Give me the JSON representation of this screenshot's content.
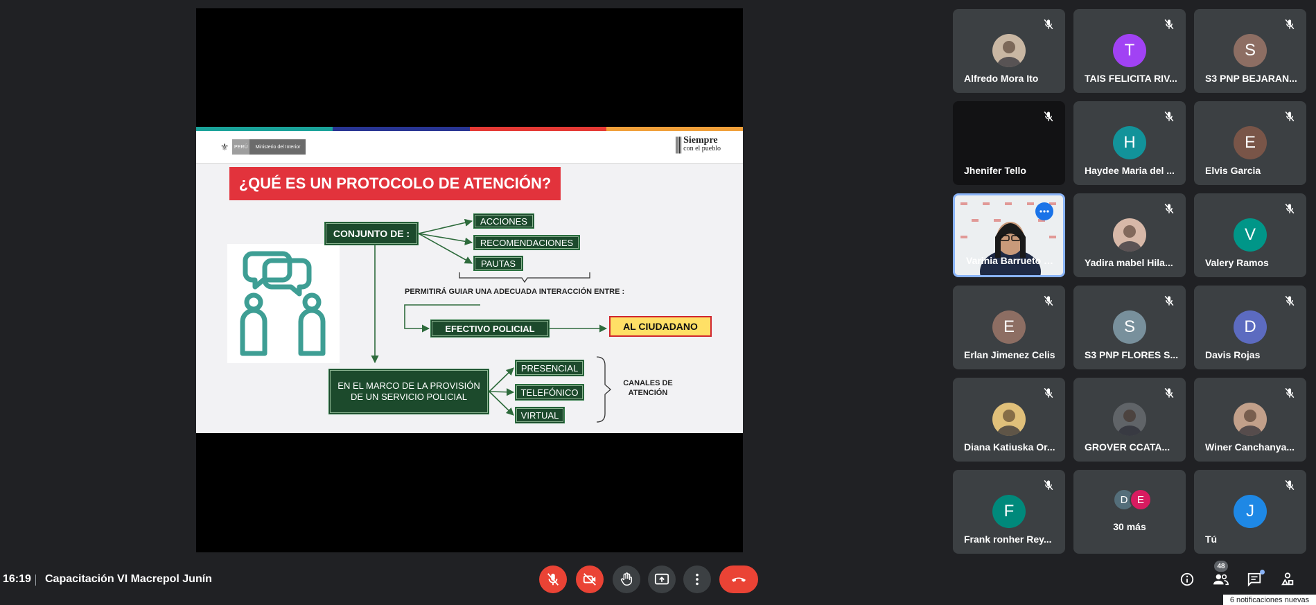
{
  "slide": {
    "logo_peru": "PERÚ",
    "logo_ministry": "Ministerio del Interior",
    "logo_slogan_1": "Siempre",
    "logo_slogan_2": "con el pueblo",
    "title": "¿QUÉ ES UN PROTOCOLO DE ATENCIÓN?",
    "conjunto": "CONJUNTO DE :",
    "acciones": "ACCIONES",
    "recomendaciones": "RECOMENDACIONES",
    "pautas": "PAUTAS",
    "permitira": "PERMITIRÁ GUIAR UNA ADECUADA INTERACCIÓN ENTRE :",
    "efectivo": "EFECTIVO POLICIAL",
    "ciudadano": "AL CIUDADANO",
    "marco": "EN EL MARCO DE LA PROVISIÓN DE UN SERVICIO POLICIAL",
    "presencial": "PRESENCIAL",
    "telefonico": "TELEFÓNICO",
    "virtual": "VIRTUAL",
    "canales": "CANALES DE ATENCIÓN",
    "bar_colors": [
      "#1aa39a",
      "#283593",
      "#e53935",
      "#f0a03a"
    ],
    "accent_green": "#1c4a2c",
    "accent_red": "#e2333c"
  },
  "participants": [
    {
      "name": "Alfredo Mora Ito",
      "initial": "",
      "avatar_type": "photo",
      "color": "#c9b7a3",
      "muted": true
    },
    {
      "name": "TAIS FELICITA RIV...",
      "initial": "T",
      "avatar_type": "letter",
      "color": "#a142f4",
      "muted": true
    },
    {
      "name": "S3 PNP BEJARAN...",
      "initial": "S",
      "avatar_type": "letter",
      "color": "#8d6e63",
      "muted": true
    },
    {
      "name": "Jhenifer Tello",
      "initial": "",
      "avatar_type": "none",
      "color": "",
      "muted": true
    },
    {
      "name": "Haydee Maria del ...",
      "initial": "H",
      "avatar_type": "letter",
      "color": "#12939a",
      "muted": true
    },
    {
      "name": "Elvis Garcia",
      "initial": "E",
      "avatar_type": "letter",
      "color": "#795548",
      "muted": true
    },
    {
      "name": "Varinia Barrueto F...",
      "initial": "",
      "avatar_type": "video",
      "color": "",
      "muted": false
    },
    {
      "name": "Yadira mabel Hila...",
      "initial": "",
      "avatar_type": "photo",
      "color": "#d7b8a8",
      "muted": true
    },
    {
      "name": "Valery Ramos",
      "initial": "V",
      "avatar_type": "letter",
      "color": "#009688",
      "muted": true
    },
    {
      "name": "Erlan Jimenez Celis",
      "initial": "E",
      "avatar_type": "letter",
      "color": "#8d6e63",
      "muted": true
    },
    {
      "name": "S3 PNP FLORES S...",
      "initial": "S",
      "avatar_type": "letter",
      "color": "#78909c",
      "muted": true
    },
    {
      "name": "Davis Rojas",
      "initial": "D",
      "avatar_type": "letter",
      "color": "#5c6bc0",
      "muted": true
    },
    {
      "name": "Diana Katiuska Or...",
      "initial": "",
      "avatar_type": "photo",
      "color": "#e0c07a",
      "muted": true
    },
    {
      "name": "GROVER CCATA...",
      "initial": "",
      "avatar_type": "photo",
      "color": "#606468",
      "muted": true
    },
    {
      "name": "Winer Canchanya...",
      "initial": "",
      "avatar_type": "photo",
      "color": "#c2a08a",
      "muted": true
    },
    {
      "name": "Frank ronher Rey...",
      "initial": "F",
      "avatar_type": "letter",
      "color": "#00897b",
      "muted": true
    },
    {
      "name": "",
      "initial": "",
      "avatar_type": "more",
      "color": "",
      "muted": false
    },
    {
      "name": "Tú",
      "initial": "J",
      "avatar_type": "letter",
      "color": "#1e88e5",
      "muted": true
    }
  ],
  "more_tile": {
    "label": "30 más",
    "circles": [
      {
        "initial": "D",
        "color": "#546e7a"
      },
      {
        "initial": "E",
        "color": "#d81b60"
      }
    ]
  },
  "bottom": {
    "time": "16:19",
    "meeting_title": "Capacitación VI Macrepol Junín",
    "people_count": "48",
    "notification": "6 notificaciones nuevas"
  }
}
